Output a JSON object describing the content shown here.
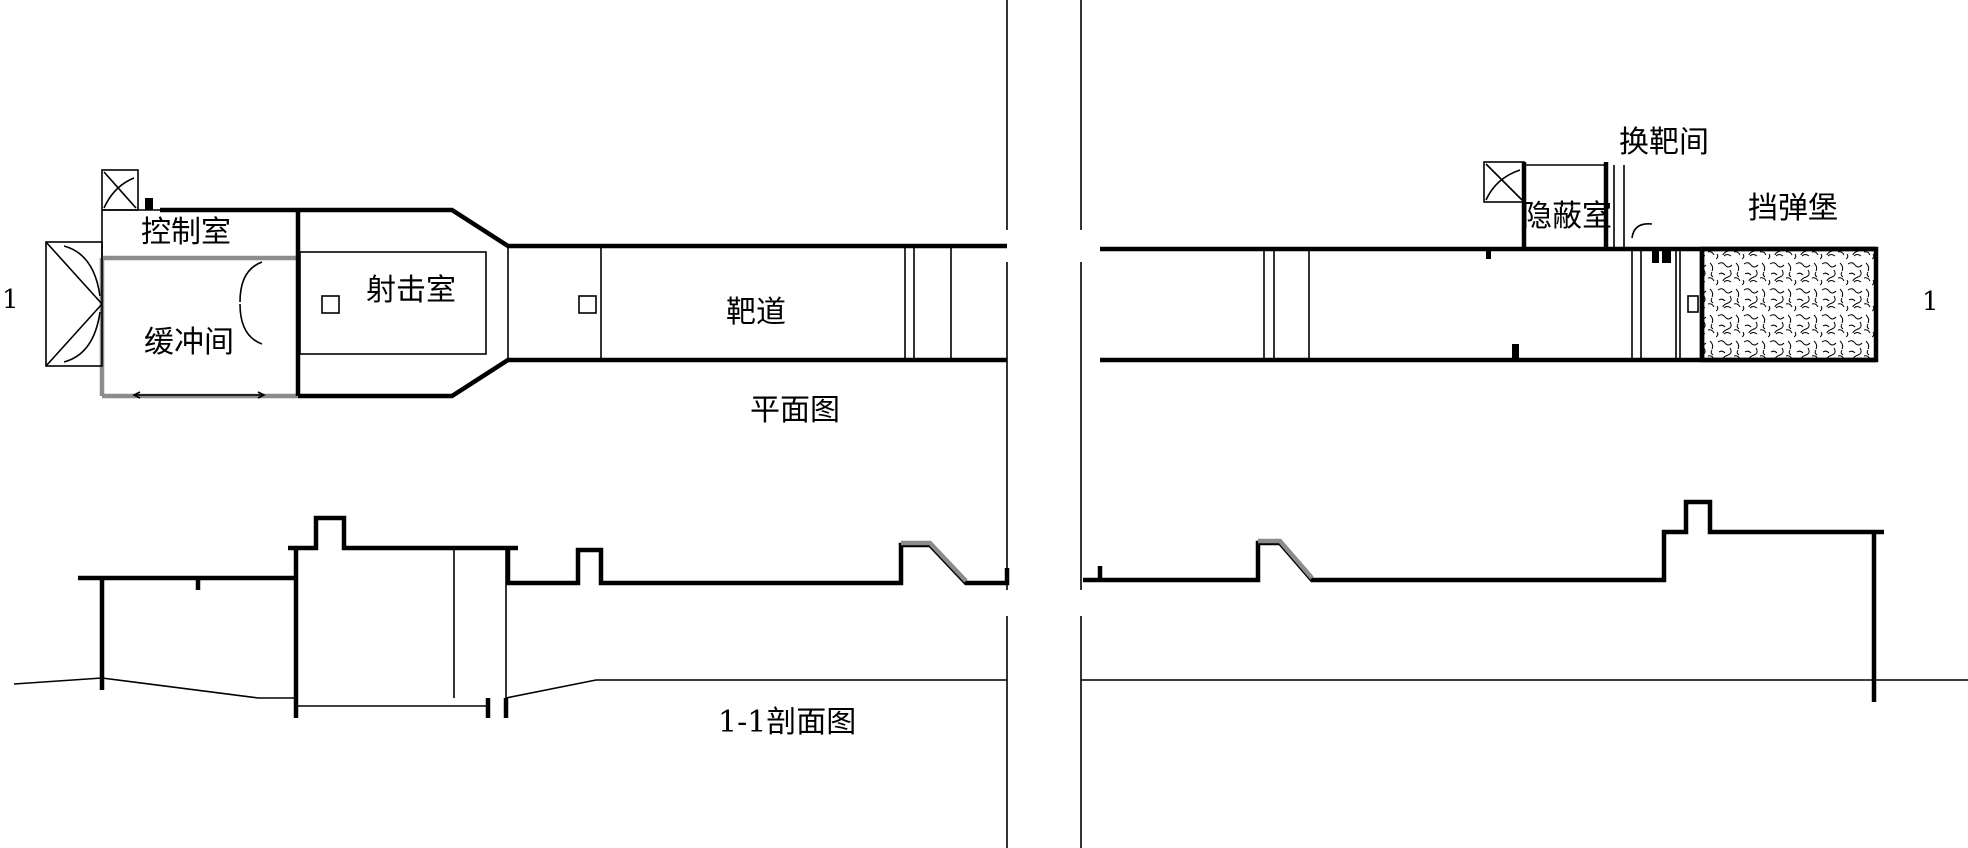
{
  "labels": {
    "control_room": "控制室",
    "buffer_room": "缓冲间",
    "shooting_room": "射击室",
    "target_lane": "靶道",
    "plan_view": "平面图",
    "hidden_room": "隐蔽室",
    "target_change_room": "换靶间",
    "bullet_stop": "挡弹堡",
    "section_view": "1-1剖面图",
    "section_mark_left": "1",
    "section_mark_right": "1"
  },
  "colors": {
    "line": "#000000",
    "grey_wall": "#8c8c8c",
    "background": "#ffffff"
  }
}
